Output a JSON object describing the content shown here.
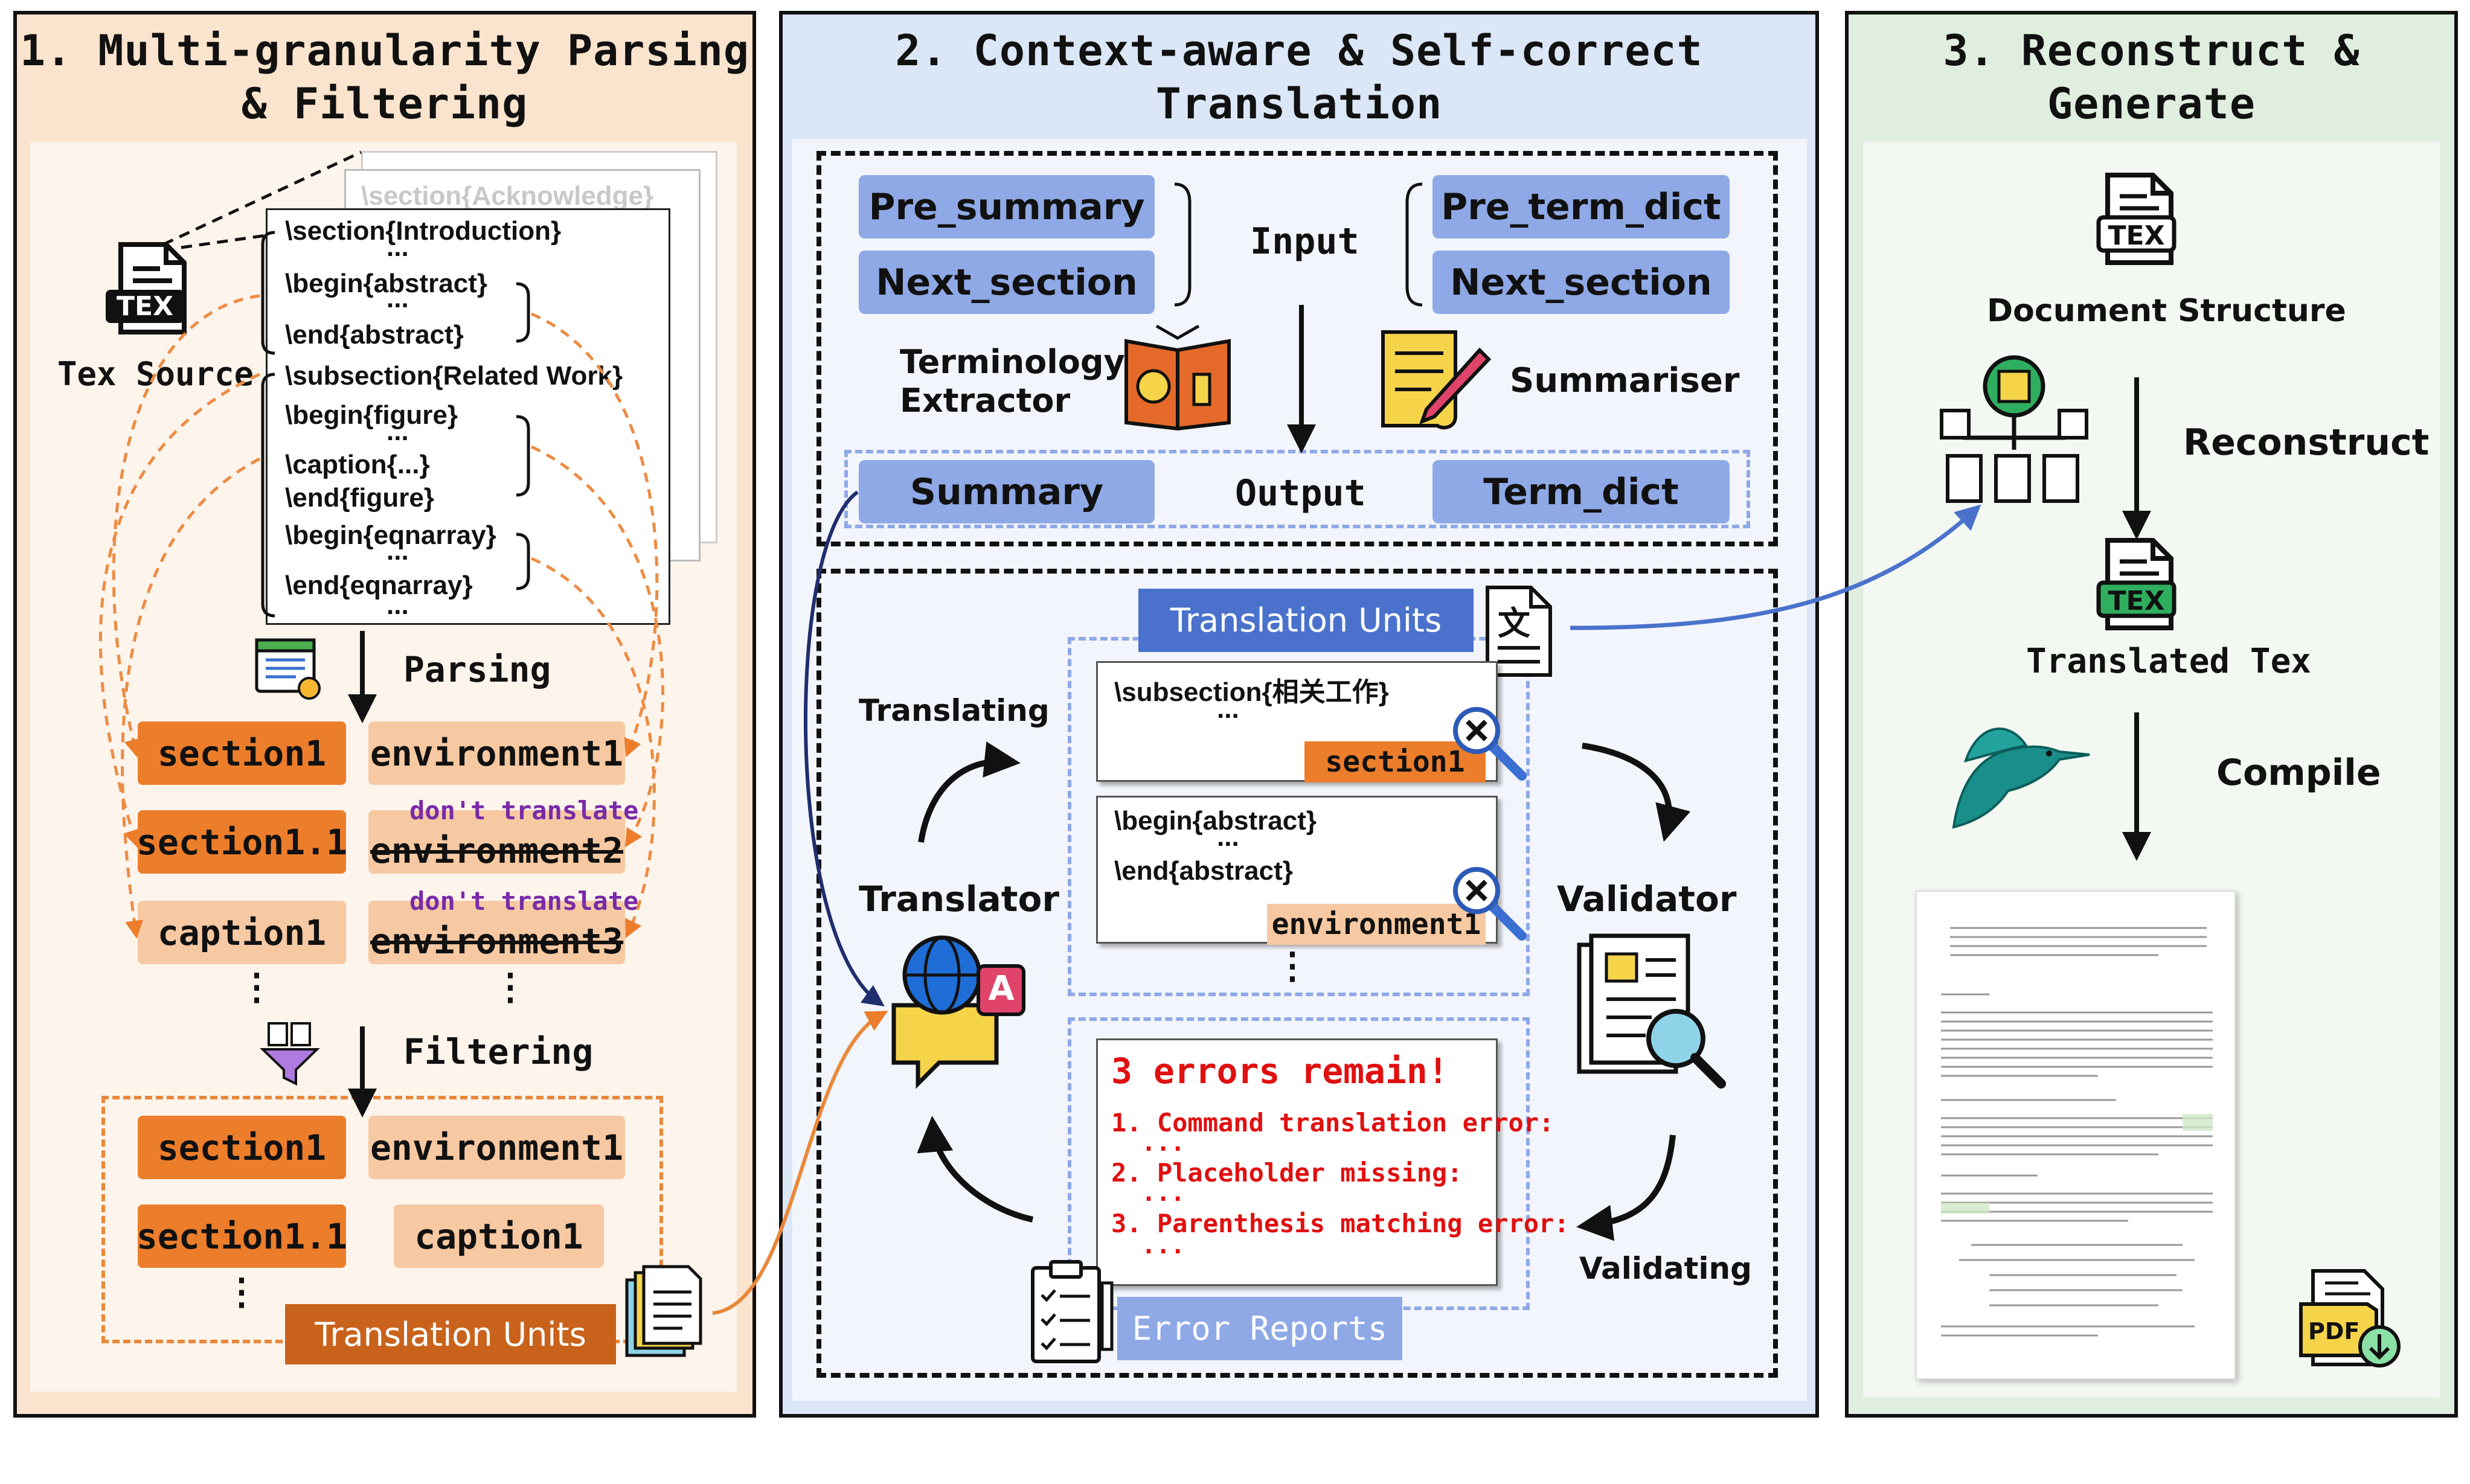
{
  "panels": {
    "p1_title": [
      "1. Multi-granularity Parsing",
      "& Filtering"
    ],
    "p2_title": [
      "2. Context-aware & Self-correct",
      "Translation"
    ],
    "p3_title": [
      "3. Reconstruct &",
      "Generate"
    ]
  },
  "p1": {
    "tex_icon": "TEX",
    "tex_source": "Tex Source",
    "faded_section": "\\section{Acknowledge}",
    "doc_lines": [
      "\\section{Introduction}",
      "\\begin{abstract}",
      "\\end{abstract}",
      "\\subsection{Related Work}",
      "\\begin{figure}",
      "\\caption{...}",
      "\\end{figure}",
      "\\begin{eqnarray}",
      "\\end{eqnarray}"
    ],
    "ellipsis": "...",
    "parsing": "Parsing",
    "filtering": "Filtering",
    "section1": "section1",
    "environment1": "environment1",
    "section1_1": "section1.1",
    "environment2": "environment2",
    "environment3": "environment3",
    "caption1": "caption1",
    "dont_translate": "don't translate",
    "vdots": "⋮",
    "translation_units": "Translation Units"
  },
  "p2": {
    "pre_summary": "Pre_summary",
    "next_section_left": "Next_section",
    "input": "Input",
    "pre_term_dict": "Pre_term_dict",
    "next_section_right": "Next_section",
    "terminology_extractor": [
      "Terminology",
      "Extractor"
    ],
    "summariser": "Summariser",
    "summary": "Summary",
    "output": "Output",
    "term_dict": "Term_dict",
    "translation_units": "Translation Units",
    "wen_glyph": "文",
    "translating": "Translating",
    "translator": "Translator",
    "validator": "Validator",
    "validating": "Validating",
    "unit1_line": "\\subsection{相关工作}",
    "unit1_tag": "section1",
    "unit2_lines": [
      "\\begin{abstract}",
      "\\end{abstract}"
    ],
    "unit2_tag": "environment1",
    "ellipsis": "...",
    "vdots": "⋮",
    "errors_title": "3 errors remain!",
    "errors": [
      "1. Command translation error:",
      "2. Placeholder missing:",
      "3. Parenthesis matching error:"
    ],
    "error_reports": "Error Reports",
    "translate_badge": "A"
  },
  "p3": {
    "tex_icon": "TEX",
    "document_structure": "Document Structure",
    "reconstruct": "Reconstruct",
    "translated_tex": "Translated Tex",
    "compile": "Compile",
    "pdf_label": "PDF"
  },
  "colors": {
    "panel1_bg": "#fbe4cd",
    "panel2_bg": "#dbe6f6",
    "panel3_bg": "#e0eedf",
    "orange_dark": "#ec7d2b",
    "orange_light": "#f7c9a2",
    "blue_box": "#8fa9e6",
    "blue_header": "#4a72cc",
    "error_red": "#e01010",
    "dont_translate_purple": "#7a2aa8",
    "tex_green": "#2fae5f"
  }
}
